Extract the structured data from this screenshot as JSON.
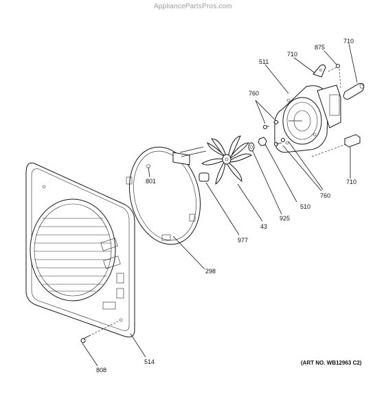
{
  "watermark": "AppliancePartsPros.com",
  "art_number": "(ART NO. WB12963 C2)",
  "callouts": {
    "c875": "875",
    "c710_top": "710",
    "c710_right": "710",
    "c511": "511",
    "c760_left": "760",
    "c760_right": "760",
    "c710_bottom": "710",
    "c801": "801",
    "c510": "510",
    "c925": "925",
    "c43": "43",
    "c977": "977",
    "c298": "298",
    "c808": "808",
    "c514": "514"
  }
}
